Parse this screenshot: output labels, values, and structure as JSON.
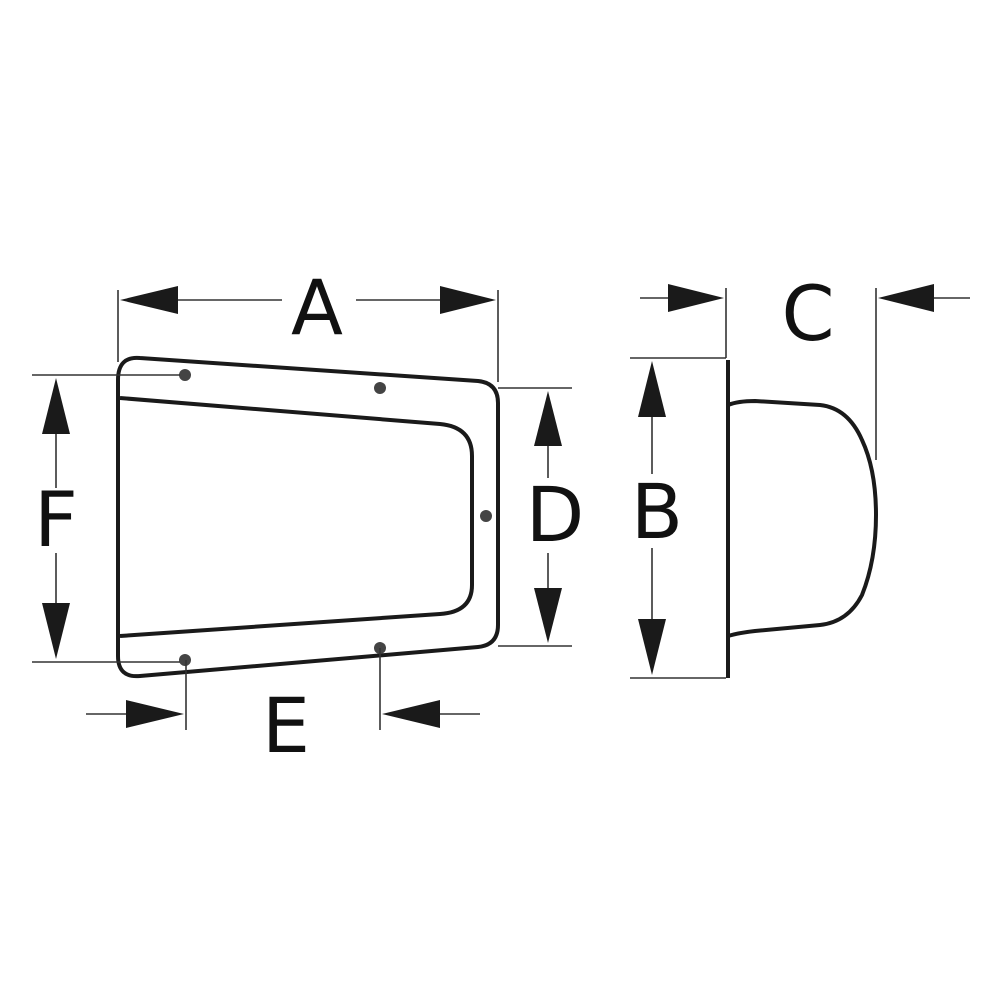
{
  "labels": {
    "a": "A",
    "b": "B",
    "c": "C",
    "d": "D",
    "e": "E",
    "f": "F"
  },
  "colors": {
    "line": "#1a1a1a",
    "background": "#ffffff"
  }
}
